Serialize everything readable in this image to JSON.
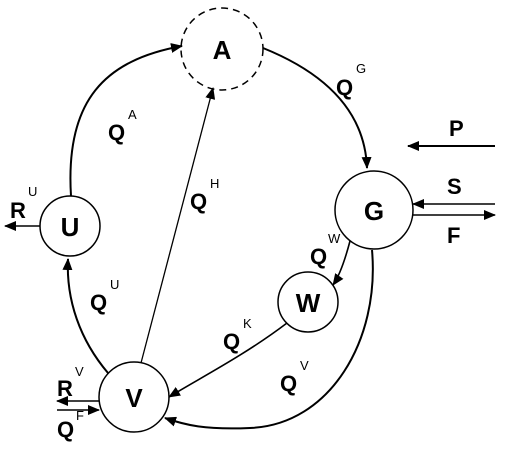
{
  "nodes": {
    "A": "A",
    "G": "G",
    "U": "U",
    "V": "V",
    "W": "W"
  },
  "flows": {
    "QA": {
      "main": "Q",
      "sup": "A"
    },
    "QG": {
      "main": "Q",
      "sup": "G"
    },
    "QH": {
      "main": "Q",
      "sup": "H"
    },
    "QU": {
      "main": "Q",
      "sup": "U"
    },
    "QW": {
      "main": "Q",
      "sup": "W"
    },
    "QK": {
      "main": "Q",
      "sup": "K"
    },
    "QV": {
      "main": "Q",
      "sup": "V"
    },
    "QF": {
      "main": "Q",
      "sup": "F"
    },
    "RU": {
      "main": "R",
      "sup": "U"
    },
    "RV": {
      "main": "R",
      "sup": "V"
    }
  },
  "external": {
    "P": "P",
    "S": "S",
    "F": "F"
  }
}
